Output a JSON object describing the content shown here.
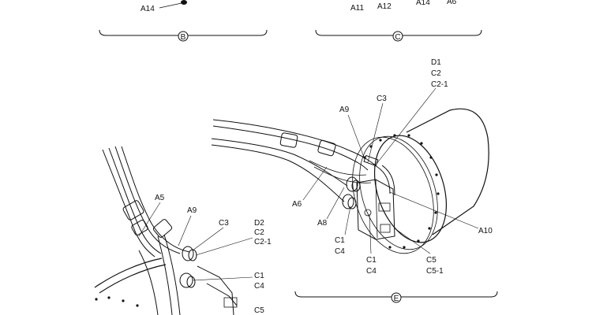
{
  "colors": {
    "ink": "#111111",
    "paper": "#ffffff"
  },
  "view_markers": {
    "b": "B",
    "c": "C",
    "e": "E"
  },
  "top_left": {
    "a14": "A14"
  },
  "top_right": {
    "a11": "A11",
    "a12": "A12",
    "a14": "A14",
    "a6": "A6"
  },
  "view_left": {
    "a5": "A5",
    "a9": "A9",
    "c3": "C3",
    "d2": "D2",
    "c2": "C2",
    "c2_1": "C2-1",
    "c1": "C1",
    "c4": "C4",
    "c5": "C5"
  },
  "view_right": {
    "d1": "D1",
    "c2": "C2",
    "c2_1": "C2-1",
    "a9": "A9",
    "c3": "C3",
    "a6": "A6",
    "a8": "A8",
    "c1_upper": "C1",
    "c4_upper": "C4",
    "c1_lower": "C1",
    "c4_lower": "C4",
    "c5": "C5",
    "c5_1": "C5-1",
    "a10": "A10"
  }
}
